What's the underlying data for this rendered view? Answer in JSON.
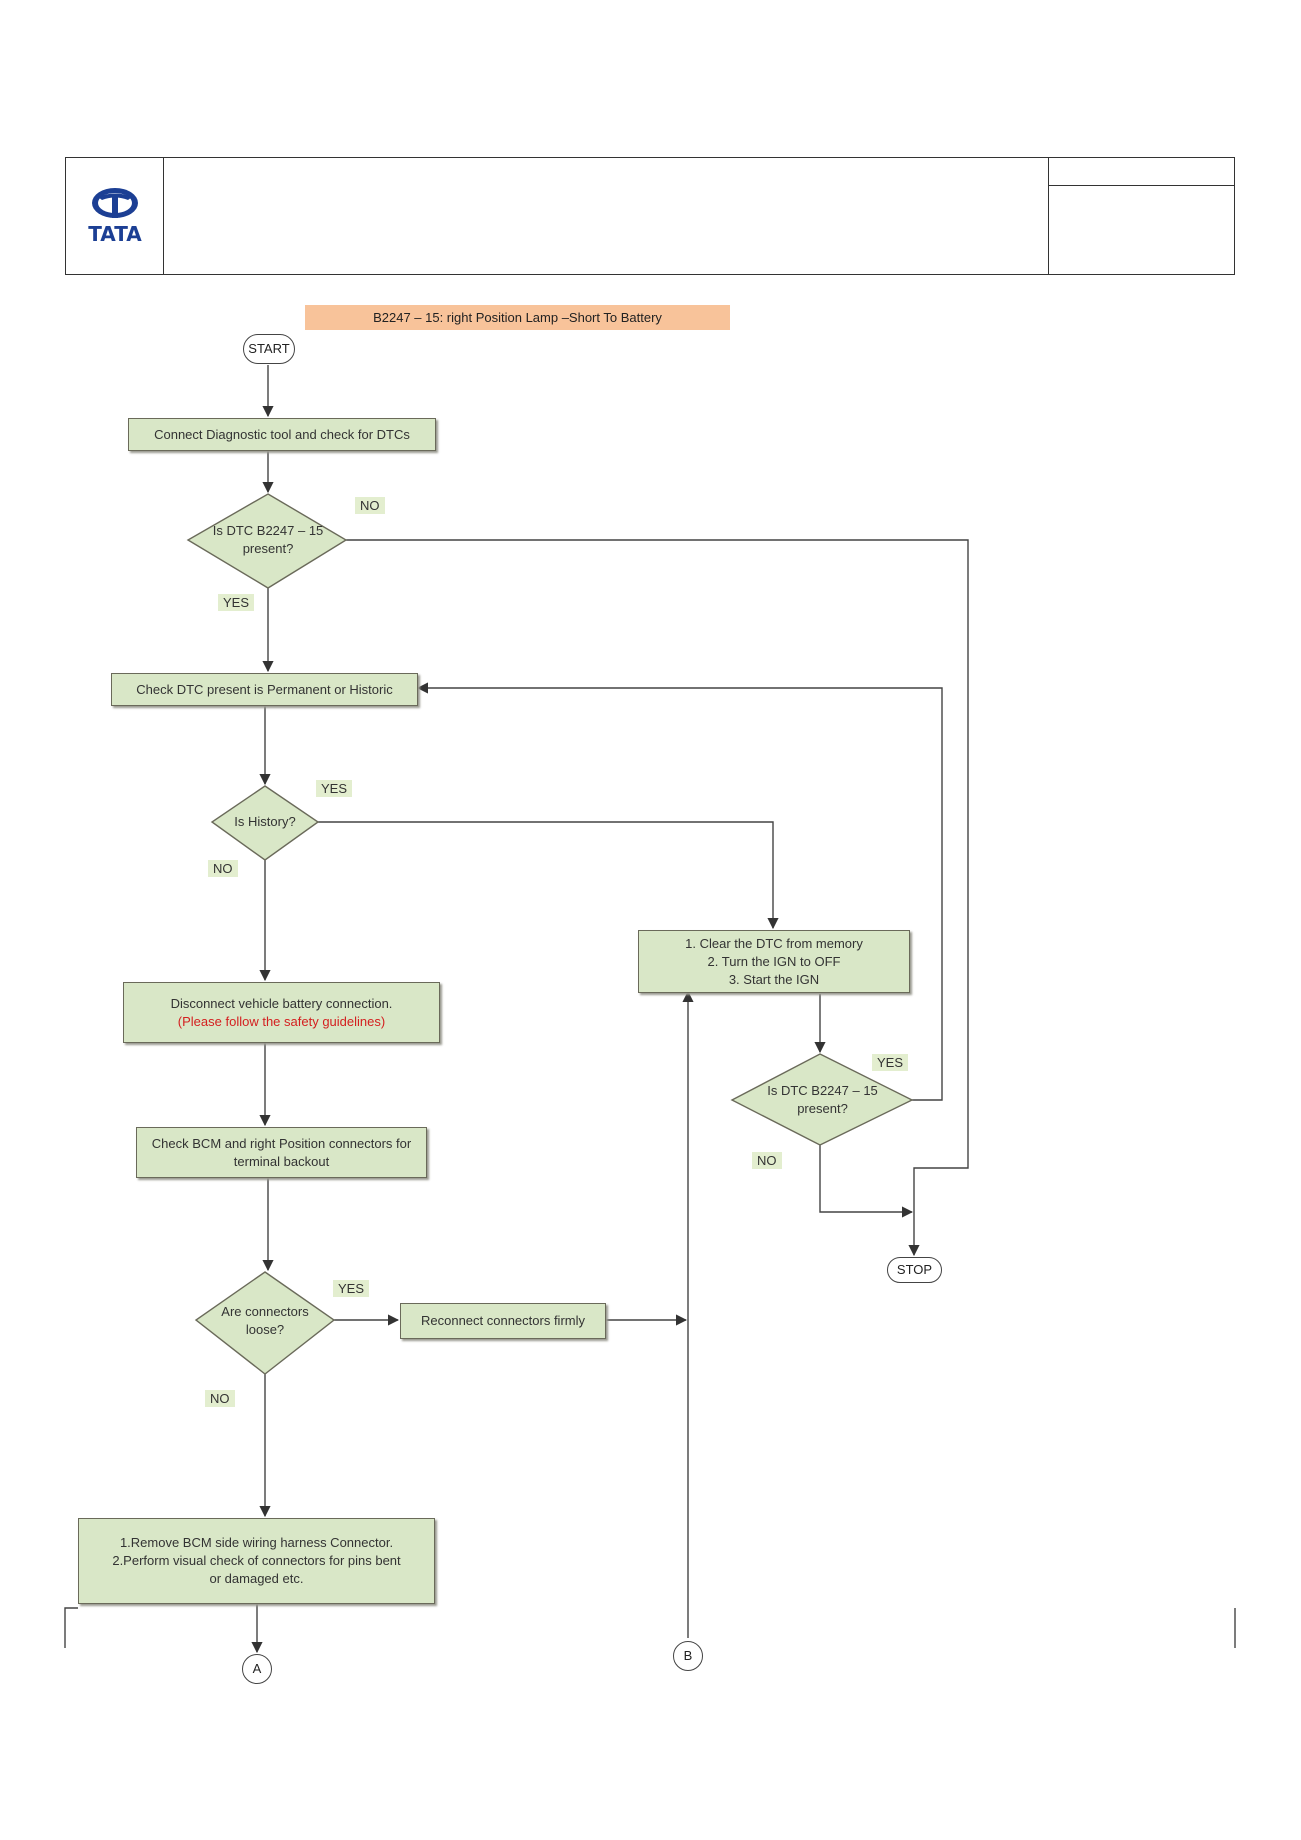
{
  "header": {
    "logo_text": "TATA"
  },
  "flow_title": "B2247 – 15: right Position Lamp –Short To Battery",
  "terminals": {
    "start": "START",
    "stop": "STOP"
  },
  "connectors": {
    "a": "A",
    "b": "B"
  },
  "steps": {
    "connect_tool": "Connect Diagnostic tool and check for DTCs",
    "check_permanent": "Check DTC present is Permanent or Historic",
    "clear_dtc_1": "1. Clear the DTC from memory",
    "clear_dtc_2": "2. Turn the IGN to OFF",
    "clear_dtc_3": "3. Start the IGN",
    "disconnect_battery": "Disconnect vehicle battery connection.",
    "safety_note": "(Please follow the safety guidelines)",
    "check_bcm_1": "Check  BCM and right Position connectors for",
    "check_bcm_2": "terminal backout",
    "reconnect": "Reconnect connectors firmly",
    "remove_bcm_1": "1.Remove BCM side wiring harness Connector.",
    "remove_bcm_2": "2.Perform visual check of connectors for pins bent",
    "remove_bcm_3": "or damaged etc."
  },
  "decisions": {
    "dtc_present_1": "Is DTC B2247 – 15",
    "dtc_present_2": "present?",
    "is_history": "Is History?",
    "dtc_again_1": "Is DTC B2247 – 15",
    "dtc_again_2": "present?",
    "loose_1": "Are connectors",
    "loose_2": "loose?"
  },
  "labels": {
    "no_1": "NO",
    "yes_1": "YES",
    "yes_2": "YES",
    "no_2": "NO",
    "yes_3": "YES",
    "no_3": "NO",
    "yes_4": "YES",
    "no_4": "NO"
  },
  "colors": {
    "box_fill": "#d9e7c7",
    "title_fill": "#f8c39a",
    "logo_blue": "#1c3f94",
    "warning_red": "#d42020"
  }
}
